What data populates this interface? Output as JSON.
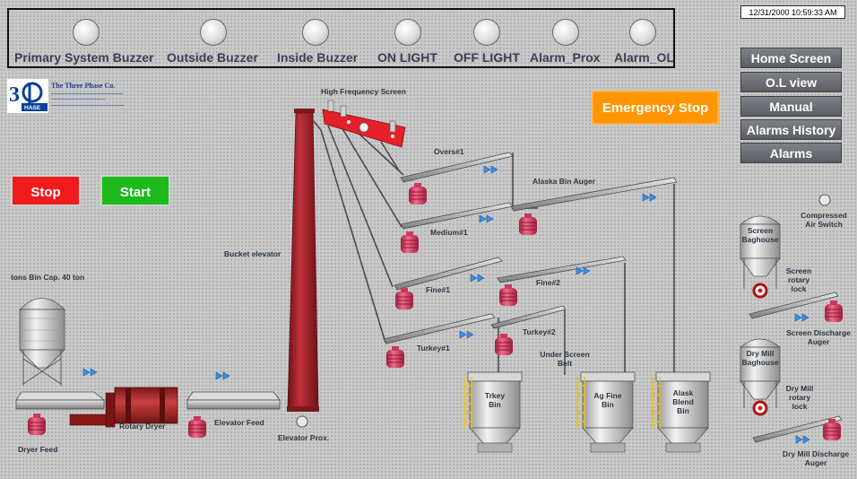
{
  "datetime": "12/31/2000 10:59:33 AM",
  "indicators": [
    {
      "label": "Primary System Buzzer"
    },
    {
      "label": "Outside Buzzer"
    },
    {
      "label": "Inside Buzzer"
    },
    {
      "label": "ON LIGHT"
    },
    {
      "label": "OFF LIGHT"
    },
    {
      "label": "Alarm_Prox"
    },
    {
      "label": "Alarm_OL"
    }
  ],
  "nav": {
    "home": "Home Screen",
    "ol_view": "O.L view",
    "manual": "Manual",
    "alarms_history": "Alarms History",
    "alarms": "Alarms"
  },
  "controls": {
    "emergency_stop": "Emergency Stop",
    "stop": "Stop",
    "start": "Start"
  },
  "colors": {
    "emergency": "#ff9500",
    "stop": "#ee1c1c",
    "start": "#1cba1c",
    "nav": "#6b6e74"
  },
  "company": {
    "name": "The Three Phase Co."
  },
  "labels": {
    "high_frequency_screen": "High Frequency Screen",
    "overs": "Overs#1",
    "alaska_bin_auger": "Alaska Bin Auger",
    "medium": "Medium#1",
    "fine1": "Fine#1",
    "fine2": "Fine#2",
    "turkey1": "Turkey#1",
    "turkey2": "Turkey#2",
    "under_screen_belt": "Under Screen Belt",
    "bucket_elevator": "Bucket elevator",
    "raw_bin": "tons Bin Cap. 40 ton",
    "dryer_feed": "Dryer Feed",
    "rotary_dryer": "Rotary Dryer",
    "elevator_feed": "Elevator Feed",
    "elevator_prox": "Elevator Prox.",
    "trkey_bin": "Trkey Bin",
    "ag_fine_bin": "Ag Fine Bin",
    "alask_blend_bin": "Alask Blend Bin",
    "compressed_air_switch": "Compressed Air Switch",
    "screen_baghouse": "Screen Baghouse",
    "screen_rotary_lock": "Screen rotary lock",
    "screen_discharge_auger": "Screen Discharge Auger",
    "dry_mill_baghouse": "Dry Mill Baghouse",
    "dry_mill_rotary_lock": "Dry Mill rotary lock",
    "dry_mill_discharge_auger": "Dry Mill Discharge Auger"
  }
}
